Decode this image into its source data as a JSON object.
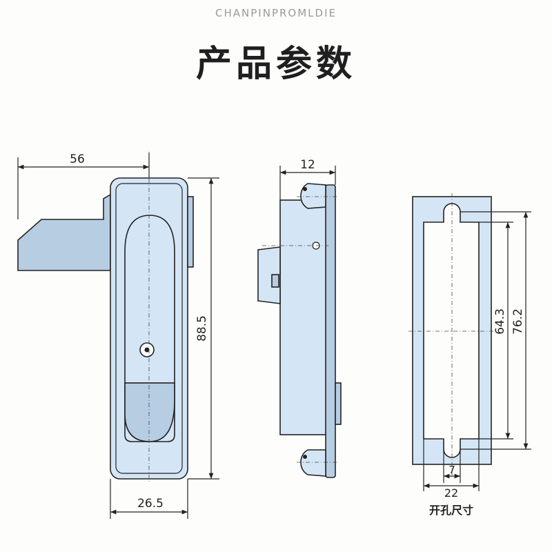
{
  "header": {
    "eyebrow": "CHANPINPROMLDIE",
    "title": "产品参数"
  },
  "front_view": {
    "width_handle": "56",
    "height": "88.5",
    "width_body": "26.5"
  },
  "side_view": {
    "depth": "12"
  },
  "cutout_view": {
    "inner_height": "64.3",
    "outer_height": "76.2",
    "slot_width": "7",
    "cutout_width": "22",
    "caption": "开孔尺寸"
  },
  "colors": {
    "part_fill": "#d4e5f5",
    "part_shade": "#b6cde2",
    "line": "#222222"
  }
}
